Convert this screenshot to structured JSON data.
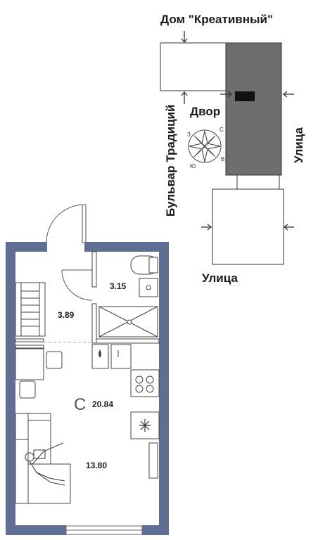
{
  "site": {
    "building_label": "Дом \"Креативный\"",
    "yard_label": "Двор",
    "boulevard_label": "Бульвар Традиций",
    "street_right_label": "Улица",
    "street_bottom_label": "Улица",
    "compass": {
      "north": "С",
      "east": "В",
      "south": "Ю",
      "west": "З"
    }
  },
  "apartment": {
    "unit_type": "С",
    "total_area": "20.84",
    "rooms": [
      {
        "id": "hall",
        "area": "3.89"
      },
      {
        "id": "bathroom",
        "area": "3.15"
      },
      {
        "id": "living",
        "area": "13.80"
      }
    ]
  },
  "colors": {
    "wall": "#5f6f93",
    "building_fill": "#6e6e6e",
    "line": "#3a3a3a"
  }
}
